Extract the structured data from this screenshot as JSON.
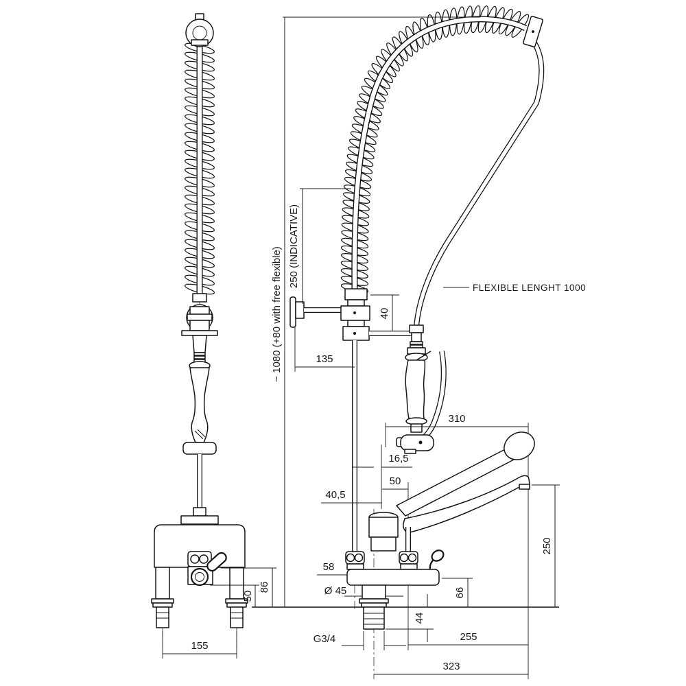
{
  "drawing": {
    "labels": {
      "overall_height": "~ 1080 (+80 with free flexible)",
      "hose_drop": "250 (INDICATIVE)",
      "flexible_note": "FLEXIBLE LENGHT 1000",
      "bracket_offset": "135",
      "clamp_gap": "40",
      "spray_reach": "310",
      "offset_16_5": "16,5",
      "port_spacing": "50",
      "column_offset": "40,5",
      "body_edge": "58",
      "base_diameter": "Ø 45",
      "outlet_height": "66",
      "shank_length": "44",
      "thread": "G3/4",
      "spout_center": "255",
      "total_depth": "323",
      "spout_height": "250",
      "front_body_height": "86",
      "front_base_height": "50",
      "inlet_spacing": "155"
    }
  }
}
